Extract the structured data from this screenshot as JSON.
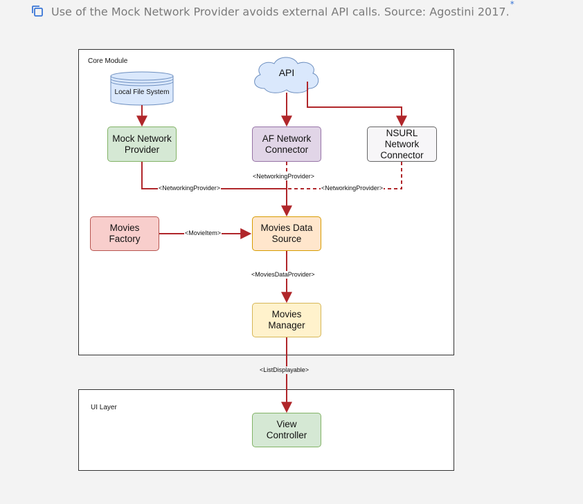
{
  "caption": {
    "icon": "copy-icon",
    "text": "Use of the Mock Network Provider avoids external API calls. Source: Agostini 2017.",
    "marker": "*",
    "marker_color": "#3a76d6"
  },
  "containers": {
    "core_module": "Core Module",
    "ui_layer": "UI Layer"
  },
  "nodes": {
    "api": "API",
    "local_file_system": "Local File System",
    "mock_network_provider": "Mock Network Provider",
    "af_network_connector": "AF Network Connector",
    "nsurl_network_connector": "NSURL Network Connector",
    "movies_factory": "Movies Factory",
    "movies_data_source": "Movies Data Source",
    "movies_manager": "Movies Manager",
    "view_controller": "View Controller"
  },
  "edge_labels": {
    "af_to_datasource": "<NetworkingProvider>",
    "mock_to_datasource": "<NetworkingProvider>",
    "nsurl_to_datasource": "<NetworkingProvider>",
    "factory_to_datasource": "<MovieItem>",
    "datasource_to_manager": "<MoviesDataProvider>",
    "manager_to_viewcontroller": "<ListDisplayable>"
  },
  "colors": {
    "arrow": "#b0262a",
    "mock_fill": "#d5e8d4",
    "mock_border": "#82b366",
    "af_fill": "#e1d5e7",
    "af_border": "#9673a6",
    "nsurl_fill": "#f7f6f8",
    "nsurl_border": "#666666",
    "factory_fill": "#f8cecc",
    "factory_border": "#b85450",
    "datasource_fill": "#ffe6cc",
    "datasource_border": "#d79b00",
    "manager_fill": "#fff2cc",
    "manager_border": "#d6b656",
    "api_fill": "#dae8fc",
    "api_border": "#6c8ebf"
  }
}
